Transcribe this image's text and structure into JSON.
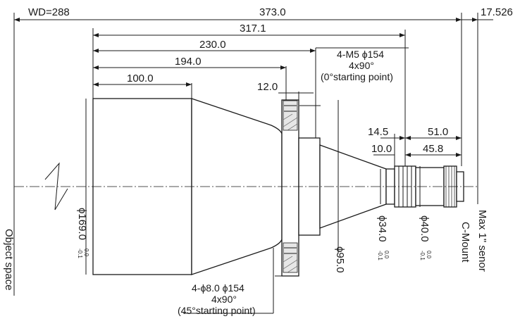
{
  "dimensions": {
    "wd": "WD=288",
    "total": "373.0",
    "sensor_offset": "17.526",
    "d317": "317.1",
    "d230": "230.0",
    "d194": "194.0",
    "d100": "100.0",
    "d12": "12.0",
    "d14_5": "14.5",
    "d51": "51.0",
    "d10": "10.0",
    "d45_8": "45.8",
    "dia169": "ϕ169.0",
    "dia169_tol_up": "0.0",
    "dia169_tol_low": "-0.1",
    "dia34": "ϕ34.0",
    "dia34_tol_up": "0.0",
    "dia34_tol_low": "-0.1",
    "dia40": "ϕ40.0",
    "dia40_tol_up": "0.0",
    "dia40_tol_low": "-0.1",
    "dia95": "ϕ95.0"
  },
  "notes": {
    "top_line1": "4-M5 ϕ154",
    "top_line2": "4x90°",
    "top_line3": "(0°starting point)",
    "bottom_line1": "4-ϕ8.0  ϕ154",
    "bottom_line2": "4x90°",
    "bottom_line3": "(45°starting point)"
  },
  "labels": {
    "object_space": "Object space",
    "c_mount": "C-Mount",
    "sensor": "Max 1\" senor"
  }
}
